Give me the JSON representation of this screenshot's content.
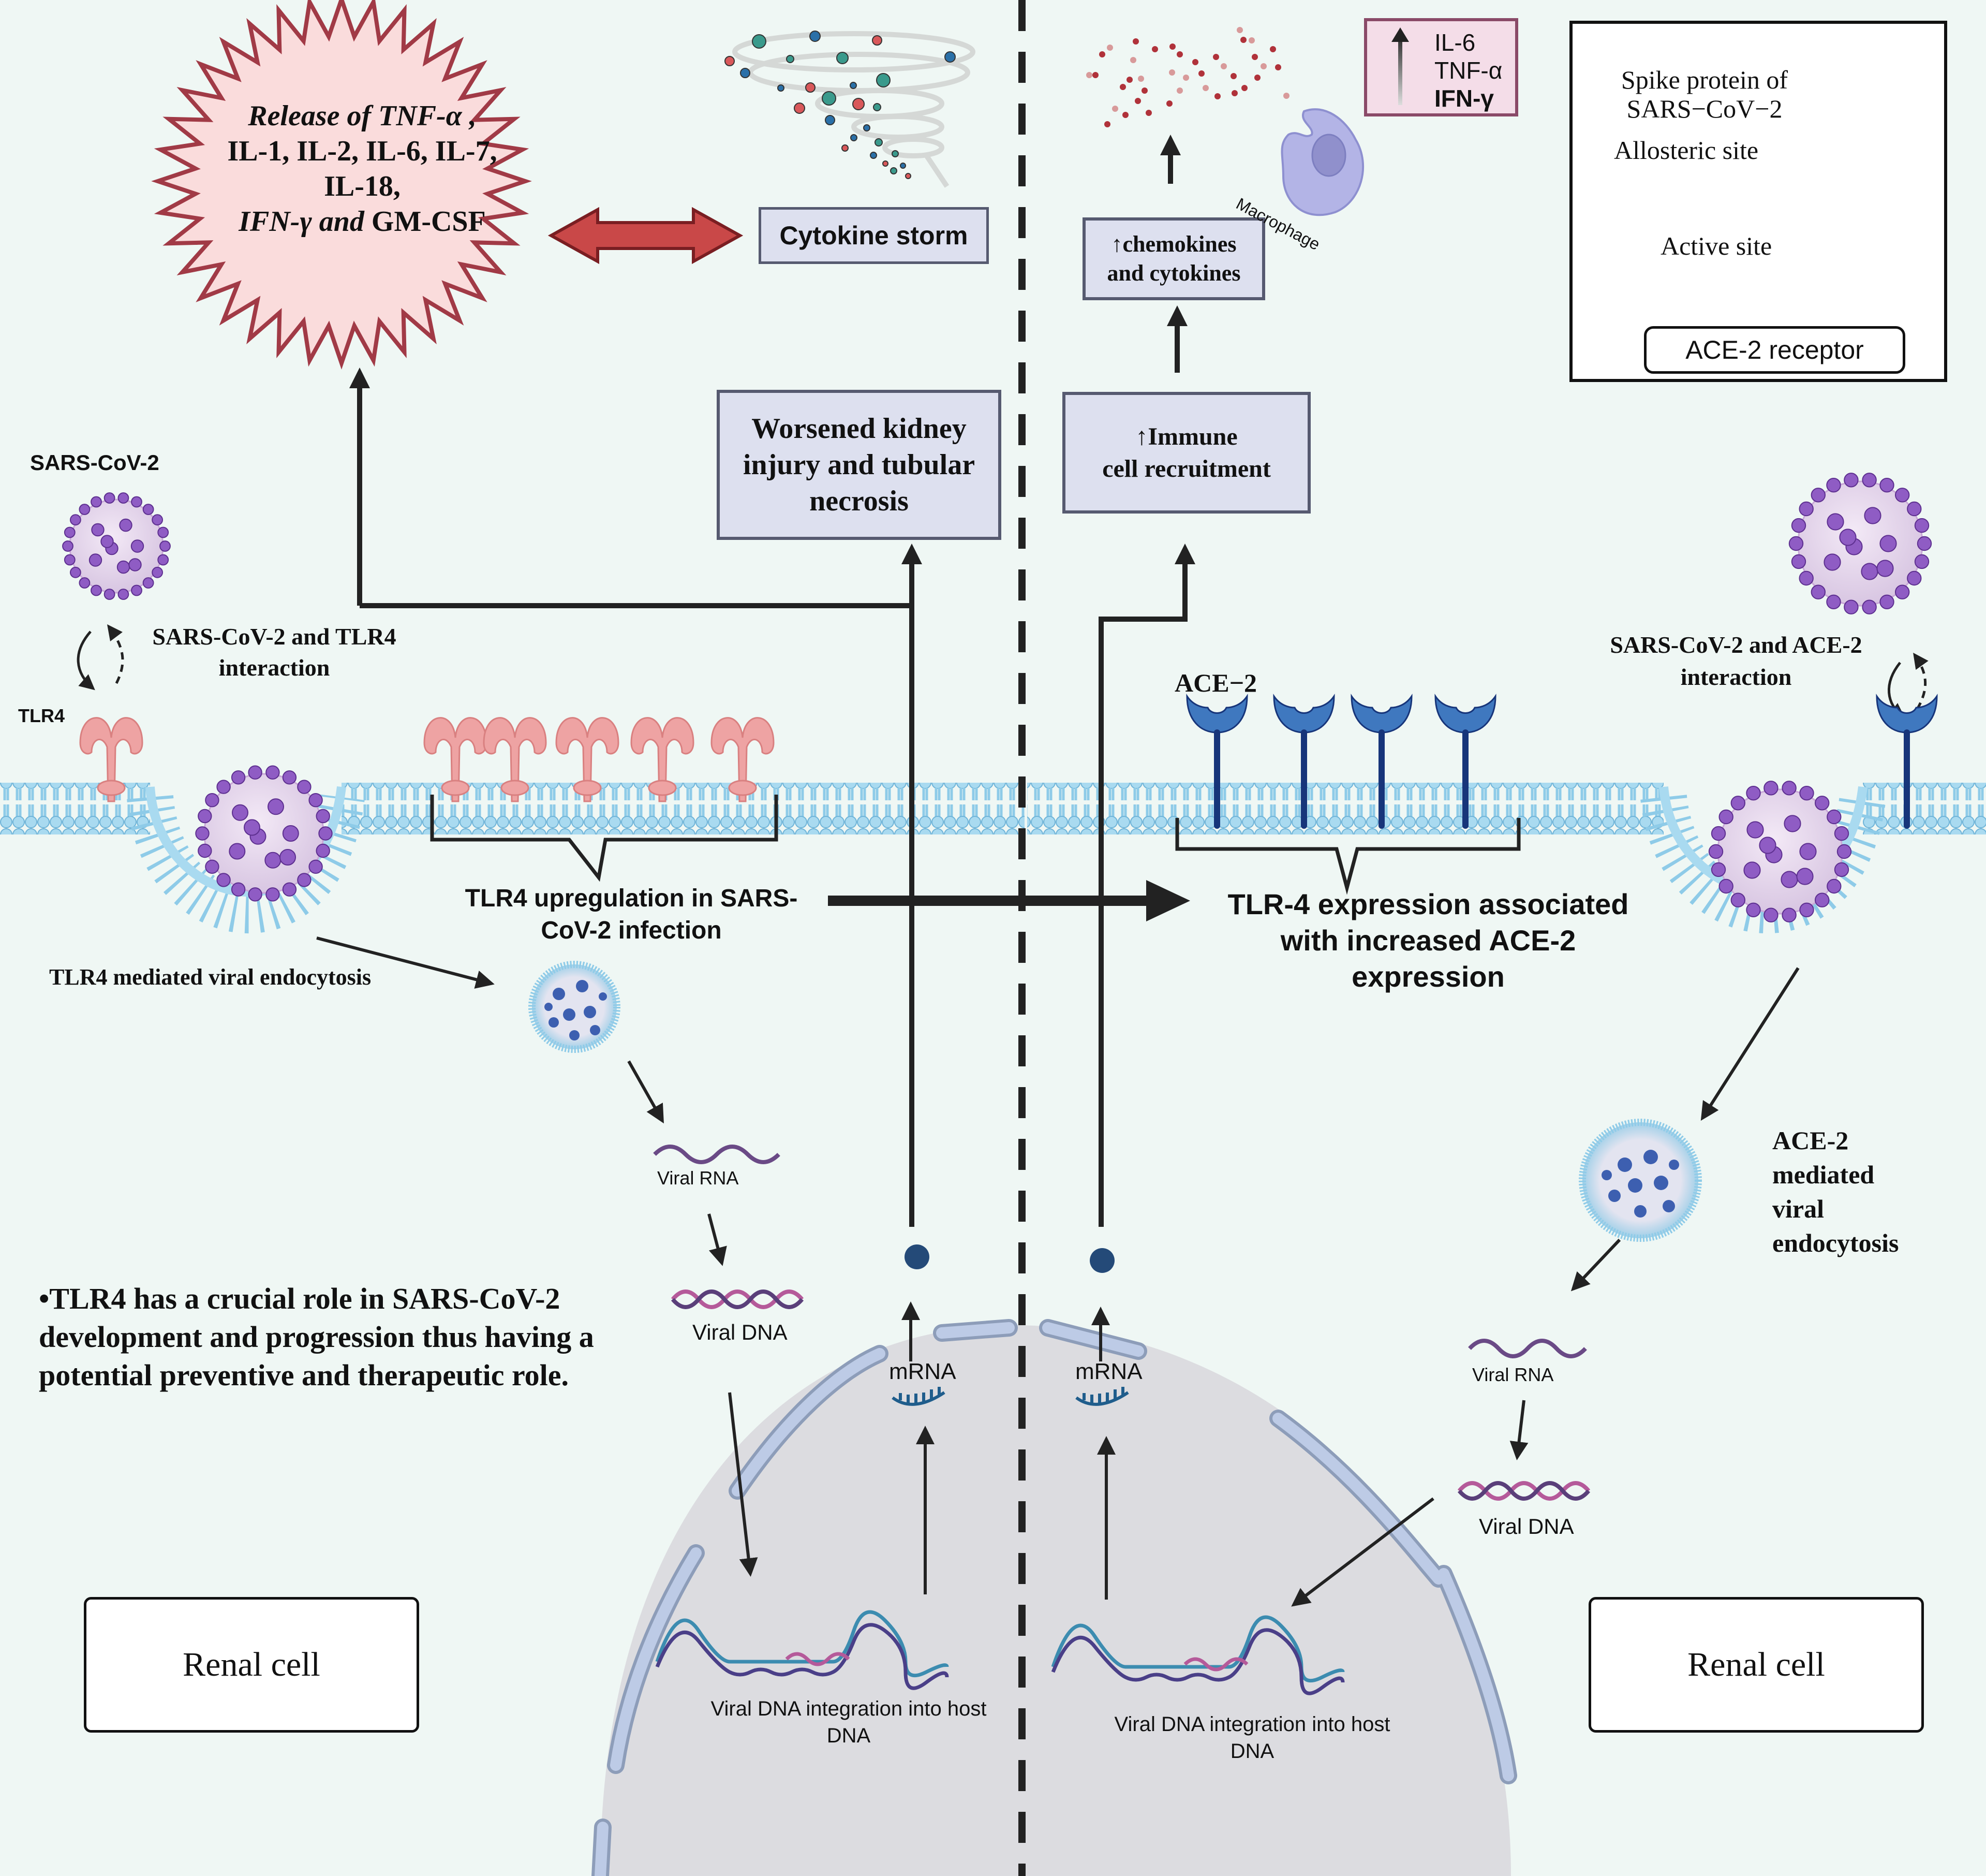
{
  "colors": {
    "background": "#eff7f4",
    "starburst_fill": "#fadcdc",
    "starburst_stroke": "#a13a46",
    "box_fill": "#dde0ef",
    "box_stroke": "#565a70",
    "cytokine_box_fill": "#f4dde8",
    "cytokine_box_stroke": "#8a4a68",
    "membrane": "#a9daf0",
    "membrane_stroke": "#6fb4d8",
    "tlr4": "#eea3a3",
    "ace2_head": "#3f78bf",
    "ace2_stem": "#17357a",
    "virus": "#8f5cc4",
    "nucleus": "#dcdce0",
    "nuclear_envelope": "#bdcbe6",
    "arrow_red": "#c94848",
    "divider": "#222222"
  },
  "left_panel": {
    "starburst_text": {
      "line1": "Release of TNF-α ,",
      "line2": "IL-1, IL-2, IL-6, IL-7,",
      "line3": "IL-18,",
      "line4_italic": "IFN-γ and",
      "line4_regular": " GM-CSF"
    },
    "cytokine_storm_label": "Cytokine storm",
    "kidney_injury_label": "Worsened kidney\ninjury and tubular\nnecrosis",
    "virus_label": "SARS-CoV-2",
    "interaction_label": "SARS-CoV-2 and TLR4\ninteraction",
    "tlr4_label": "TLR4",
    "upregulation_label": "TLR4 upregulation in SARS-\nCoV-2 infection",
    "endocytosis_label": "TLR4 mediated viral endocytosis",
    "viral_rna_label": "Viral RNA",
    "viral_dna_label": "Viral DNA",
    "mrna_label": "mRNA",
    "integration_label": "Viral DNA integration into host\nDNA",
    "bullet_text": "•TLR4 has a crucial role in SARS-CoV-2\ndevelopment and progression thus having a\npotential preventive and therapeutic role.",
    "renal_cell_label": "Renal cell"
  },
  "right_panel": {
    "cytokine_list": [
      "IL-6",
      "TNF-α",
      "IFN-γ"
    ],
    "macrophage_label": "Macrophage",
    "chemokines_label": "↑chemokines\nand cytokines",
    "immune_label": "↑Immune\ncell recruitment",
    "ace2_label": "ACE−2",
    "interaction_label": "SARS-CoV-2 and ACE-2\ninteraction",
    "expression_label": "TLR-4 expression associated\nwith increased ACE-2\nexpression",
    "endocytosis_label": "ACE-2\nmediated\nviral\nendocytosis",
    "viral_rna_label": "Viral RNA",
    "viral_dna_label": "Viral DNA",
    "mrna_label": "mRNA",
    "integration_label": "Viral DNA integration into host\nDNA",
    "renal_cell_label": "Renal cell"
  },
  "legend": {
    "spike_label": "Spike protein of\nSARS−CoV−2",
    "allosteric_label": "Allosteric site",
    "active_label": "Active site",
    "receptor_label": "ACE-2 receptor"
  }
}
